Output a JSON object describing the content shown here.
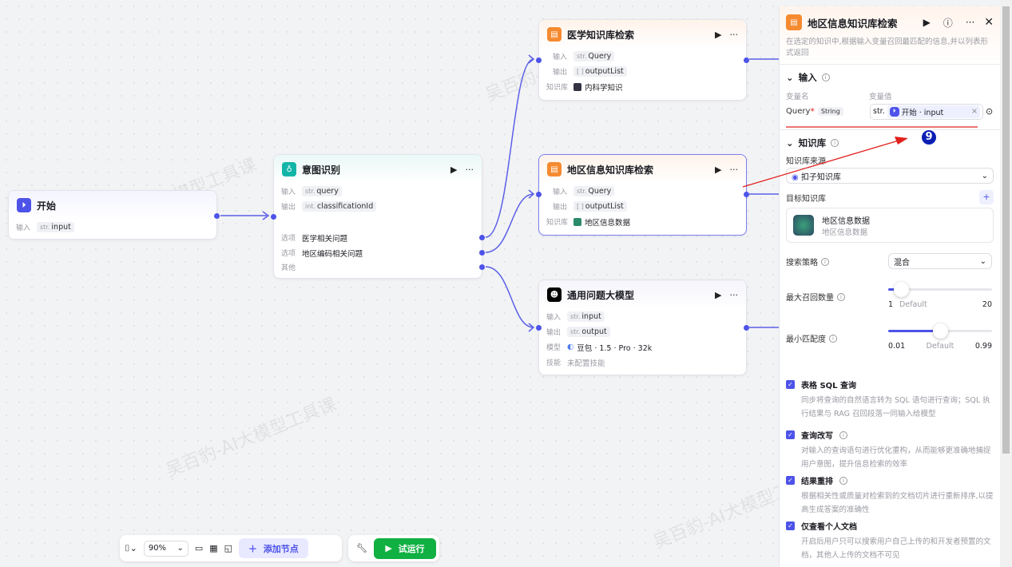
{
  "watermark": "吴百豹-AI大模型工具课",
  "nodes": {
    "start": {
      "title": "开始",
      "in_label": "输入",
      "in_type": "str.",
      "in_name": "input"
    },
    "intent": {
      "title": "意图识别",
      "in_label": "输入",
      "in_type": "str.",
      "in_name": "query",
      "out_label": "输出",
      "out_type": "int.",
      "out_name": "classificationId",
      "options": [
        {
          "label": "选项",
          "text": "医学相关问题"
        },
        {
          "label": "选项",
          "text": "地区编码相关问题"
        },
        {
          "label": "其他",
          "text": ""
        }
      ]
    },
    "med": {
      "title": "医学知识库检索",
      "in_label": "输入",
      "in_type": "str.",
      "in_name": "Query",
      "out_label": "输出",
      "out_type": "[ ]",
      "out_name": "outputList",
      "kb_label": "知识库",
      "kb": "内科学知识"
    },
    "region": {
      "title": "地区信息知识库检索",
      "in_label": "输入",
      "in_type": "str.",
      "in_name": "Query",
      "out_label": "输出",
      "out_type": "[ ]",
      "out_name": "outputList",
      "kb_label": "知识库",
      "kb": "地区信息数据"
    },
    "llm": {
      "title": "通用问题大模型",
      "in_label": "输入",
      "in_type": "str.",
      "in_name": "input",
      "out_label": "输出",
      "out_type": "str.",
      "out_name": "output",
      "model_label": "模型",
      "model": "豆包 · 1.5 · Pro · 32k",
      "skill_label": "技能",
      "skill": "未配置技能"
    }
  },
  "panel": {
    "title": "地区信息知识库检索",
    "desc": "在选定的知识中,根据输入变量召回最匹配的信息,并以列表形式返回",
    "input_section": "输入",
    "var_name_h": "变量名",
    "var_val_h": "变量值",
    "var_name": "Query",
    "required": "*",
    "var_type": "String",
    "val_prefix": "str.",
    "val_ref": "开始 · input",
    "clear": "×",
    "annotation_badge": "9",
    "kb_section": "知识库",
    "kb_source_label": "知识库来源",
    "kb_source": "扣子知识库",
    "target_label": "目标知识库",
    "target_name": "地区信息数据",
    "target_desc": "地区信息数据",
    "strategy_label": "搜索策略",
    "strategy": "混合",
    "max_label": "最大召回数量",
    "max_min": "1",
    "max_default": "Default",
    "max_max": "20",
    "max_value_fraction": 0.12,
    "min_label": "最小匹配度",
    "min_min": "0.01",
    "min_default": "Default",
    "min_max": "0.99",
    "min_value_fraction": 0.5,
    "options": [
      {
        "title": "表格 SQL 查询",
        "desc": "同步将查询的自然语言转为 SQL 语句进行查询；SQL 执行结果与 RAG 召回段落一同输入给模型",
        "checked": true
      },
      {
        "title": "查询改写",
        "desc": "对输入的查询语句进行优化重构，从而能够更准确地捕捉用户意图，提升信息检索的效率",
        "checked": true
      },
      {
        "title": "结果重排",
        "desc": "根据相关性或质量对检索到的文档切片进行重新排序,以提高生成答案的准确性",
        "checked": true
      },
      {
        "title": "仅查看个人文档",
        "desc": "开启后用户只可以搜索用户自己上传的和开发者预置的文档，其他人上传的文档不可见",
        "checked": true
      }
    ]
  },
  "toolbar": {
    "zoom": "90%",
    "add_node": "添加节点",
    "run": "试运行"
  },
  "colors": {
    "accent": "#4d53e8",
    "kb_orange": "#f58a2f",
    "intent_teal": "#13b5a8",
    "run_green": "#10b042",
    "annotation_red": "#e0201c"
  }
}
